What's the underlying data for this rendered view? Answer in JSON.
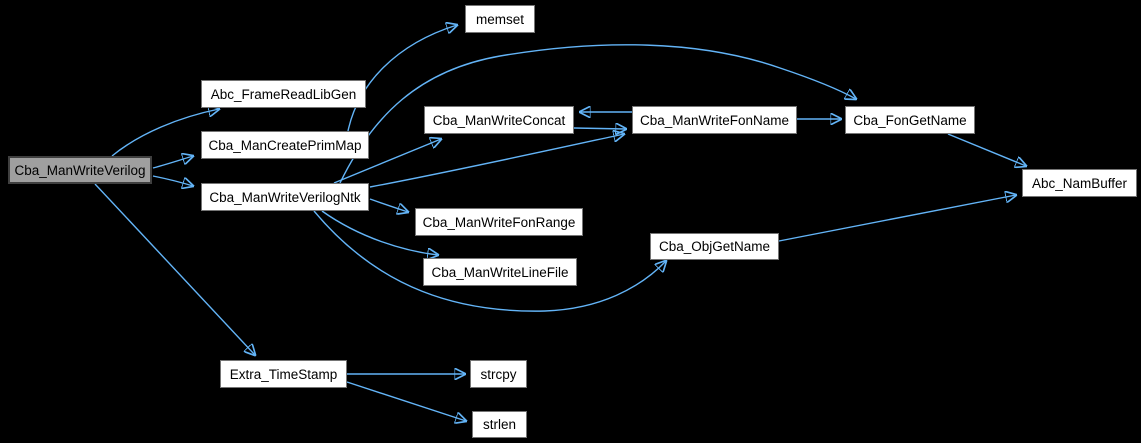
{
  "diagram": {
    "kind": "doxygen-call-graph",
    "colors": {
      "background": "#000000",
      "edge": "#63b4f7",
      "node_fill": "#ffffff",
      "node_border": "#757575",
      "highlight_fill": "#9f9f9f",
      "highlight_border": "#3f3f3f",
      "text": "#000000"
    },
    "nodes": [
      {
        "id": "Cba_ManWriteVerilog",
        "label": "Cba_ManWriteVerilog",
        "highlighted": true
      },
      {
        "id": "Abc_FrameReadLibGen",
        "label": "Abc_FrameReadLibGen",
        "highlighted": false
      },
      {
        "id": "Cba_ManCreatePrimMap",
        "label": "Cba_ManCreatePrimMap",
        "highlighted": false
      },
      {
        "id": "Cba_ManWriteVerilogNtk",
        "label": "Cba_ManWriteVerilogNtk",
        "highlighted": false
      },
      {
        "id": "memset",
        "label": "memset",
        "highlighted": false
      },
      {
        "id": "Cba_ManWriteConcat",
        "label": "Cba_ManWriteConcat",
        "highlighted": false
      },
      {
        "id": "Cba_ManWriteFonName",
        "label": "Cba_ManWriteFonName",
        "highlighted": false
      },
      {
        "id": "Cba_FonGetName",
        "label": "Cba_FonGetName",
        "highlighted": false
      },
      {
        "id": "Abc_NamBuffer",
        "label": "Abc_NamBuffer",
        "highlighted": false
      },
      {
        "id": "Cba_ManWriteFonRange",
        "label": "Cba_ManWriteFonRange",
        "highlighted": false
      },
      {
        "id": "Cba_ManWriteLineFile",
        "label": "Cba_ManWriteLineFile",
        "highlighted": false
      },
      {
        "id": "Cba_ObjGetName",
        "label": "Cba_ObjGetName",
        "highlighted": false
      },
      {
        "id": "Extra_TimeStamp",
        "label": "Extra_TimeStamp",
        "highlighted": false
      },
      {
        "id": "strcpy",
        "label": "strcpy",
        "highlighted": false
      },
      {
        "id": "strlen",
        "label": "strlen",
        "highlighted": false
      }
    ],
    "edges": [
      {
        "from": "Cba_ManWriteVerilog",
        "to": "Abc_FrameReadLibGen"
      },
      {
        "from": "Cba_ManWriteVerilog",
        "to": "Cba_ManCreatePrimMap"
      },
      {
        "from": "Cba_ManWriteVerilog",
        "to": "Cba_ManWriteVerilogNtk"
      },
      {
        "from": "Cba_ManWriteVerilog",
        "to": "Extra_TimeStamp"
      },
      {
        "from": "Cba_ManCreatePrimMap",
        "to": "memset"
      },
      {
        "from": "Cba_ManWriteVerilogNtk",
        "to": "Cba_FonGetName"
      },
      {
        "from": "Cba_ManWriteVerilogNtk",
        "to": "Cba_ManWriteConcat"
      },
      {
        "from": "Cba_ManWriteVerilogNtk",
        "to": "Cba_ManWriteFonName"
      },
      {
        "from": "Cba_ManWriteVerilogNtk",
        "to": "Cba_ManWriteFonRange"
      },
      {
        "from": "Cba_ManWriteVerilogNtk",
        "to": "Cba_ManWriteLineFile"
      },
      {
        "from": "Cba_ManWriteVerilogNtk",
        "to": "Cba_ObjGetName"
      },
      {
        "from": "Cba_ManWriteFonName",
        "to": "Cba_ManWriteConcat"
      },
      {
        "from": "Cba_ManWriteConcat",
        "to": "Cba_ManWriteFonName"
      },
      {
        "from": "Cba_ManWriteFonName",
        "to": "Cba_FonGetName"
      },
      {
        "from": "Cba_FonGetName",
        "to": "Abc_NamBuffer"
      },
      {
        "from": "Cba_ObjGetName",
        "to": "Abc_NamBuffer"
      },
      {
        "from": "Extra_TimeStamp",
        "to": "strcpy"
      },
      {
        "from": "Extra_TimeStamp",
        "to": "strlen"
      }
    ]
  }
}
